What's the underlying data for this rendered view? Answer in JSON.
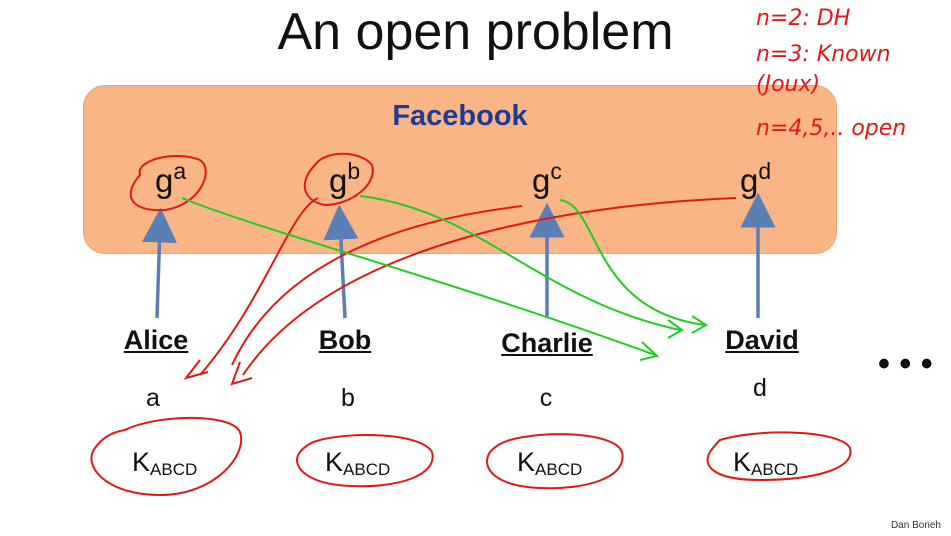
{
  "title": "An open problem",
  "facebook_label": "Facebook",
  "public_values": [
    {
      "base": "g",
      "exp": "a"
    },
    {
      "base": "g",
      "exp": "b"
    },
    {
      "base": "g",
      "exp": "c"
    },
    {
      "base": "g",
      "exp": "d"
    }
  ],
  "parties": [
    "Alice",
    "Bob",
    "Charlie",
    "David"
  ],
  "secrets": [
    "a",
    "b",
    "c",
    "d"
  ],
  "shared_keys": [
    {
      "base": "K",
      "sub": "ABCD"
    },
    {
      "base": "K",
      "sub": "ABCD"
    },
    {
      "base": "K",
      "sub": "ABCD"
    },
    {
      "base": "K",
      "sub": "ABCD"
    }
  ],
  "ellipsis": "• • •",
  "credit": "Dan Boneh",
  "handwritten_notes": [
    "n=2: DH",
    "n=3: Known (Joux)",
    "n=4,5,.. open"
  ],
  "colors": {
    "box_fill": "#fab586",
    "label_blue": "#1f3a93",
    "arrow_blue": "#5b7fb5",
    "annotation_red": "#e01818",
    "annotation_green": "#22cc22"
  }
}
